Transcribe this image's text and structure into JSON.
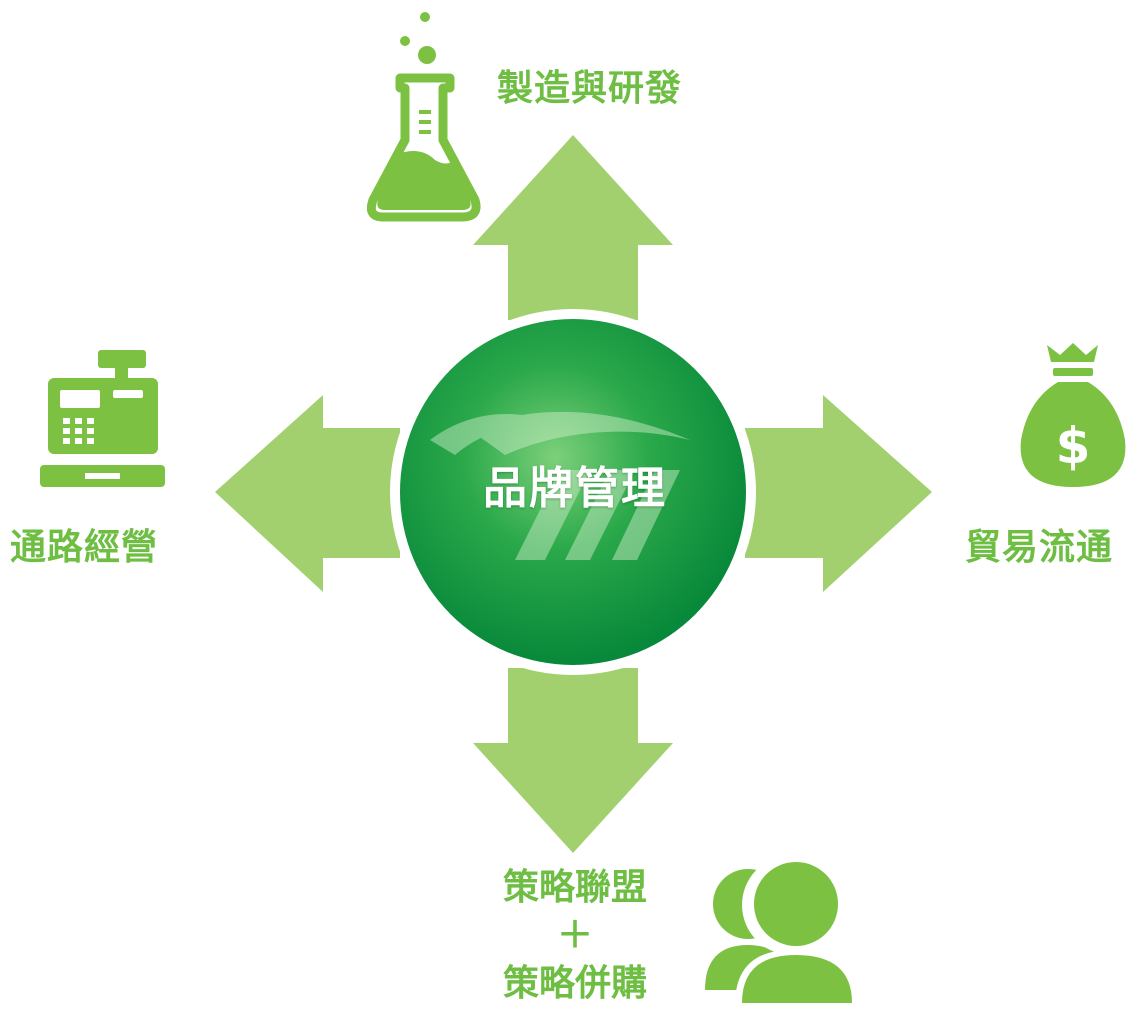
{
  "center": {
    "label": "品牌管理"
  },
  "branches": {
    "top": {
      "label": "製造與研發",
      "icon": "flask-icon"
    },
    "left": {
      "label": "通路經營",
      "icon": "cash-register-icon"
    },
    "right": {
      "label": "貿易流通",
      "icon": "money-bag-icon"
    },
    "bottom": {
      "line1": "策略聯盟",
      "plus": "＋",
      "line2": "策略併購",
      "icon": "people-icon"
    }
  },
  "colors": {
    "label_green": "#6fbe44",
    "arrow_green": "#a3d06f",
    "icon_green": "#7cc142",
    "circle_dark": "#0a8f3f",
    "circle_light": "#3db552"
  }
}
